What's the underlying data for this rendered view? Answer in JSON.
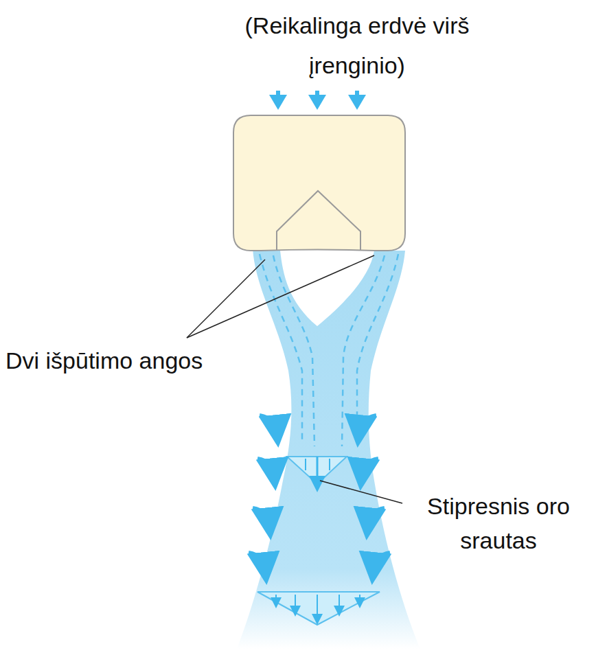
{
  "diagram": {
    "labels": [
      "(Reikalinga erdvė virš įrenginio)",
      "Dvi išpūtimo angos",
      "Stipresnis oro srautas"
    ]
  }
}
